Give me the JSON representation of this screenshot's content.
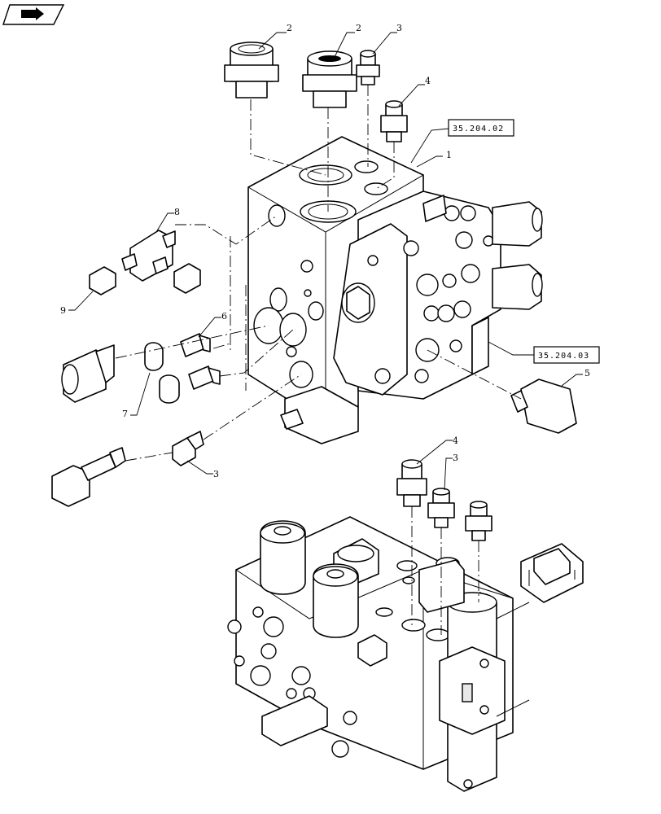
{
  "callouts": {
    "c1": "1",
    "c2a": "2",
    "c2b": "2",
    "c3a": "3",
    "c3b": "3",
    "c3c": "3",
    "c4a": "4",
    "c4b": "4",
    "c5": "5",
    "c6": "6",
    "c7": "7",
    "c8": "8",
    "c9": "9"
  },
  "references": {
    "ref1": "35.204.02",
    "ref2": "35.204.03"
  },
  "icons": {
    "nav": "next-page-arrow-icon"
  }
}
